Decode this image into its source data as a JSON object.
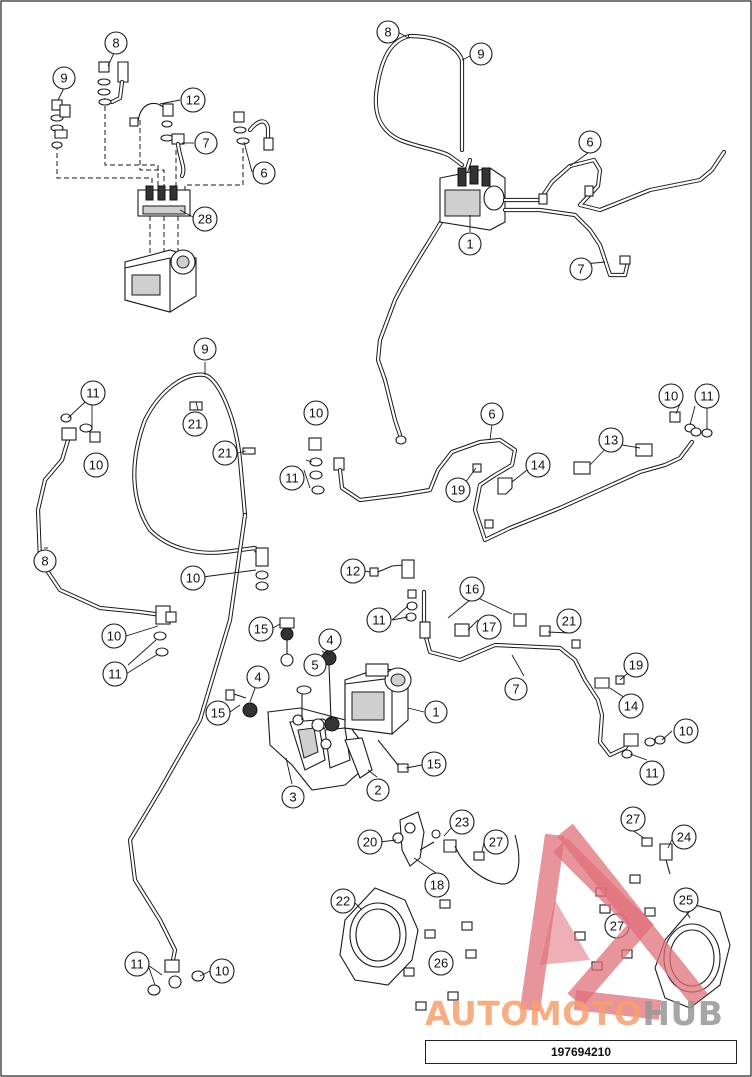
{
  "diagram": {
    "part_number": "197694210",
    "callouts": [
      "1",
      "2",
      "3",
      "4",
      "5",
      "6",
      "7",
      "8",
      "9",
      "10",
      "11",
      "12",
      "13",
      "14",
      "15",
      "16",
      "17",
      "18",
      "19",
      "20",
      "21",
      "22",
      "23",
      "24",
      "25",
      "26",
      "27",
      "28"
    ]
  },
  "watermark": {
    "brand_part1": "AUTO",
    "brand_part2": "MOTO",
    "brand_part3": "HUB",
    "accent_color": "#e0707a",
    "text_orange": "#f5a06e",
    "text_gray": "#969696"
  }
}
